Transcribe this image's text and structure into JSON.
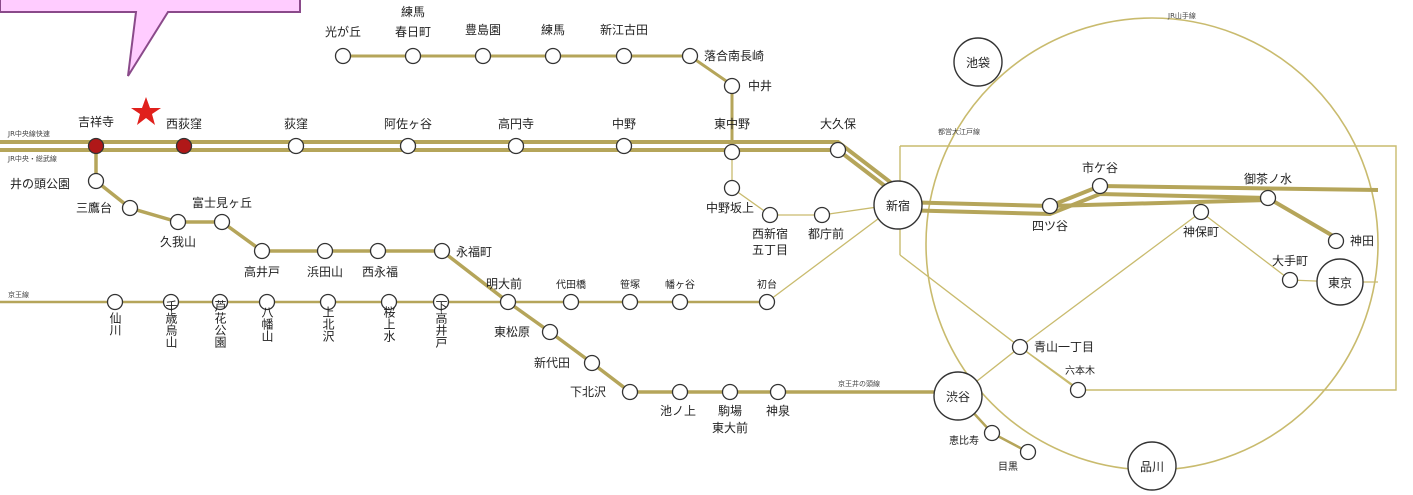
{
  "colors": {
    "track": "#b5a55a",
    "track_dark": "#9c8a3c",
    "station_fill": "#ffffff",
    "station_stroke": "#333333",
    "highlight_station": "#b01818",
    "star": "#e0201c",
    "callout_fill": "#ffccff",
    "callout_stroke": "#8a4a8a"
  },
  "line_labels": {
    "chuo_rapid": "JR中央線快速",
    "chuo_sobu": "JR中央・総武線",
    "keio": "京王線",
    "yamanote": "JR山手線",
    "oedo": "都営大江戸線",
    "inokashira": "京王井の頭線"
  },
  "hubs": {
    "ikebukuro": "池袋",
    "shinjuku": "新宿",
    "tokyo": "東京",
    "shibuya": "渋谷",
    "shinagawa": "品川"
  },
  "stations": {
    "kichijoji": "吉祥寺",
    "nishiogikubo": "西荻窪",
    "ogikubo": "荻窪",
    "asagaya": "阿佐ヶ谷",
    "koenji": "高円寺",
    "nakano": "中野",
    "higashinakano": "東中野",
    "okubo": "大久保",
    "hikarigaoka": "光が丘",
    "nerima_kasugacho_1": "練馬",
    "nerima_kasugacho_2": "春日町",
    "toshimaen": "豊島園",
    "nerima": "練馬",
    "shinegota": "新江古田",
    "ochiai_minaminagasaki": "落合南長崎",
    "nakai": "中井",
    "nakano_sakaue": "中野坂上",
    "nishishinjuku_5_1": "西新宿",
    "nishishinjuku_5_2": "五丁目",
    "tochomae": "都庁前",
    "inokashira_koen": "井の頭公園",
    "mitakadai": "三鷹台",
    "kugayama": "久我山",
    "fujimigaoka": "富士見ヶ丘",
    "takaido": "高井戸",
    "hamadayama": "浜田山",
    "nishi_eifuku": "西永福",
    "eifukucho": "永福町",
    "meidaimae": "明大前",
    "daitabashi": "代田橋",
    "sasazuka": "笹塚",
    "hatagaya": "幡ヶ谷",
    "hatsudai": "初台",
    "higashi_matsubara": "東松原",
    "shindaita": "新代田",
    "shimokitazawa": "下北沢",
    "ikenoue": "池ノ上",
    "komaba_todaimae_1": "駒場",
    "komaba_todaimae_2": "東大前",
    "shinsen": "神泉",
    "sengawa": "仙川",
    "chitose_karasuyama": "千歳烏山",
    "roka_koen": "芦花公園",
    "hachimanyama": "八幡山",
    "kamikitazawa": "上北沢",
    "sakurajosui": "桜上水",
    "shimotakaido": "下高井戸",
    "yotsuya": "四ツ谷",
    "ichigaya": "市ケ谷",
    "ochanomizu": "御茶ノ水",
    "jimbocho": "神保町",
    "kanda": "神田",
    "otemachi": "大手町",
    "aoyama_itchome": "青山一丁目",
    "roppongi": "六本木",
    "ebisu": "恵比寿",
    "meguro": "目黒"
  }
}
